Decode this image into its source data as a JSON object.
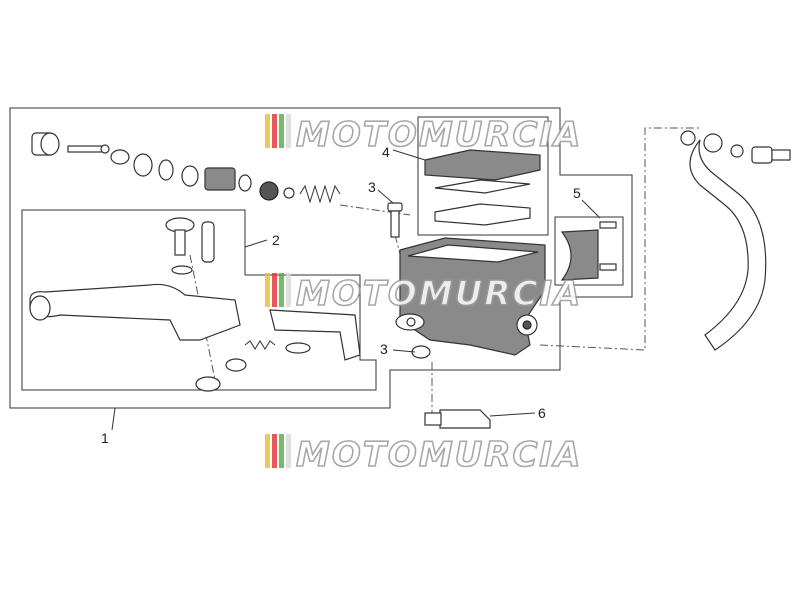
{
  "watermark": {
    "text": "MOTOMURCIA",
    "stripe_colors": [
      "#e8c23a",
      "#e33b3b",
      "#58b04a",
      "#d9d9d9"
    ]
  },
  "callouts": {
    "group_1": "1",
    "spring_2": "2",
    "screw_3_top": "3",
    "nut_3_bottom": "3",
    "reservoir_cover_4": "4",
    "clamp_5": "5",
    "switch_6": "6"
  },
  "colors": {
    "line": "#333333",
    "part_fill": "#8a8a8a",
    "dark_fill": "#555555"
  }
}
